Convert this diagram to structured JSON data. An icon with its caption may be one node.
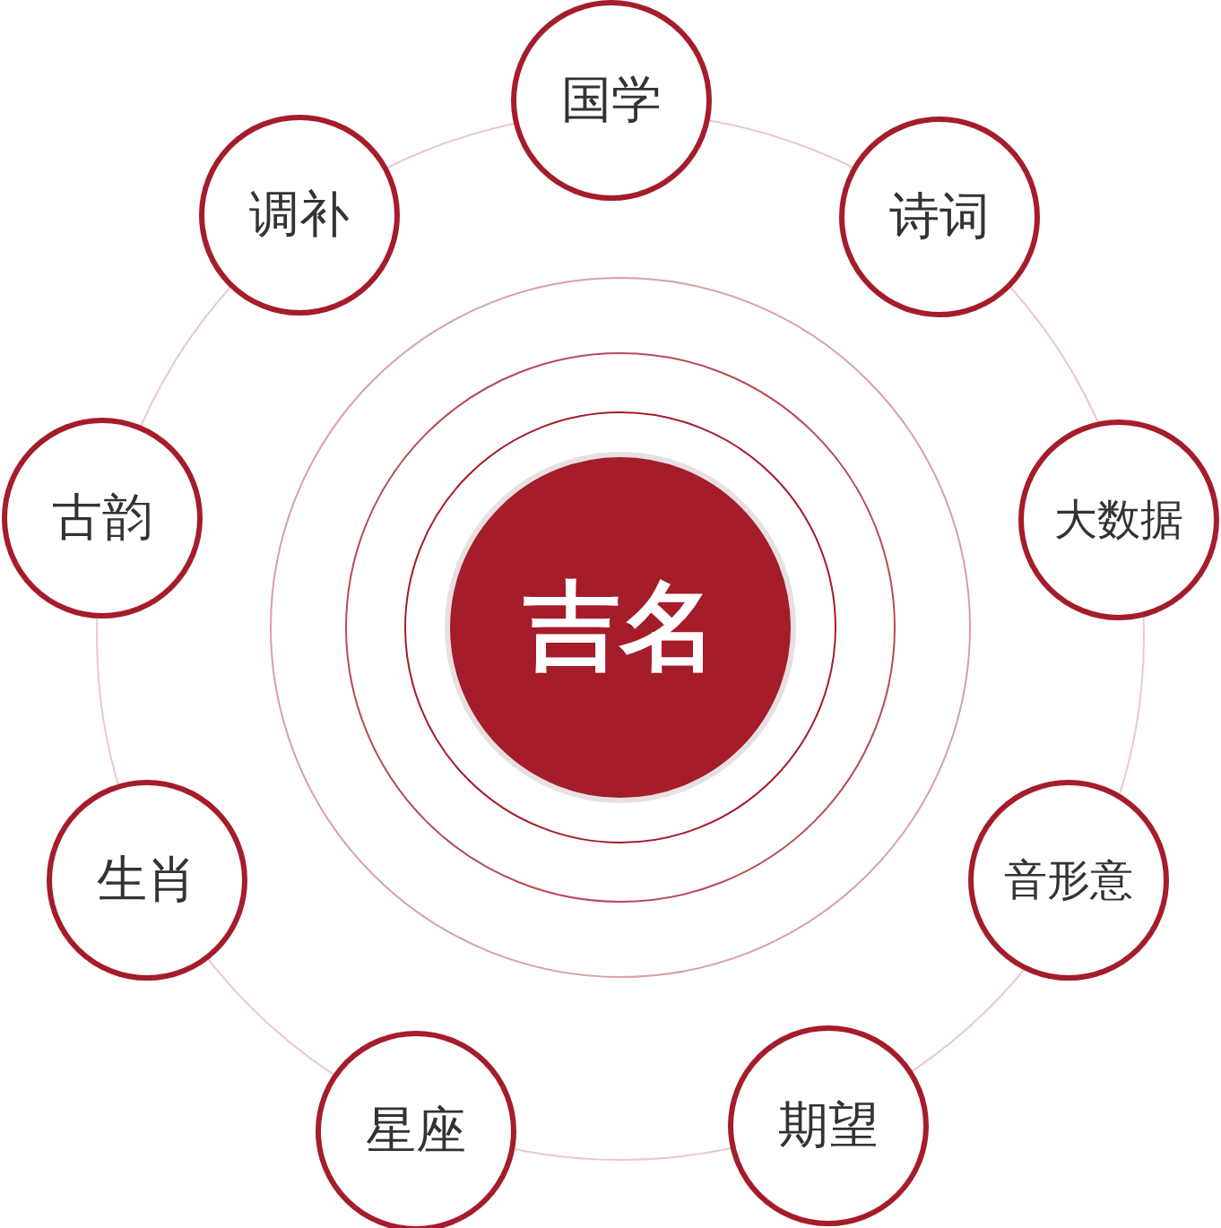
{
  "diagram": {
    "nodes": [
      {
        "text": [
          "吉名"
        ]
      },
      {
        "text": [
          "国学"
        ]
      },
      {
        "text": [
          "诗词"
        ]
      },
      {
        "text": [
          "大数据"
        ]
      },
      {
        "text": [
          "音形意"
        ]
      },
      {
        "text": [
          "期望"
        ]
      },
      {
        "text": [
          "星座"
        ]
      },
      {
        "text": [
          "生肖"
        ]
      },
      {
        "text": [
          "古韵"
        ]
      },
      {
        "text": [
          "调补"
        ]
      }
    ]
  }
}
